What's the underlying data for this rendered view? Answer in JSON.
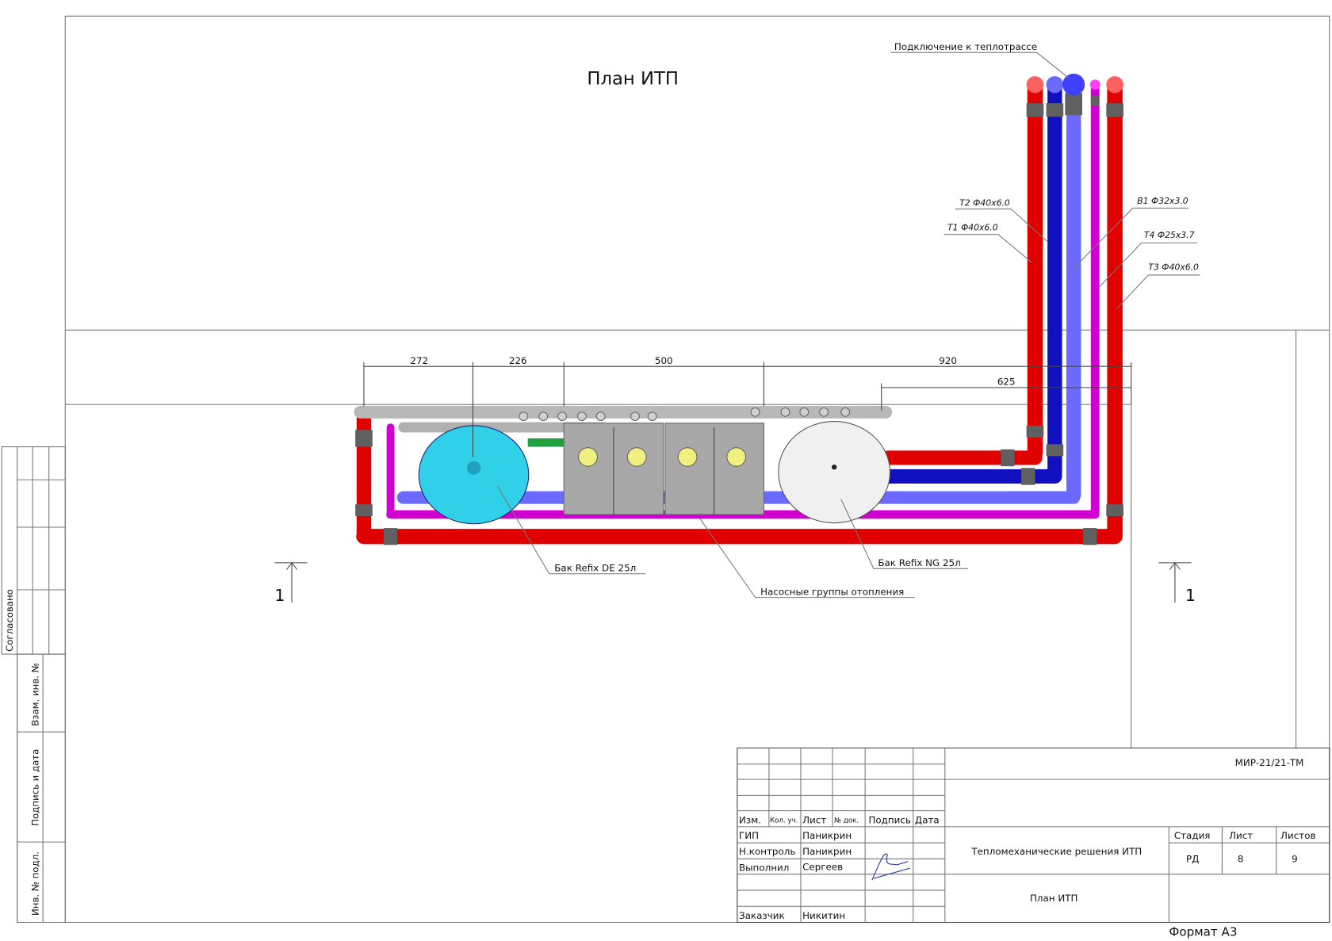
{
  "drawing": {
    "title": "План ИТП",
    "connection_label": "Подключение к теплотрассе",
    "pipe_labels": {
      "t2": "Т2 Ф40х6.0",
      "t1": "Т1 Ф40х6.0",
      "b1": "В1 Ф32х3.0",
      "t4": "Т4 Ф25х3.7",
      "t3": "Т3 Ф40х6.0"
    },
    "dimensions": [
      "272",
      "226",
      "500",
      "920",
      "625"
    ],
    "equipment_labels": {
      "tank_de": "Бак Refix DE 25л",
      "tank_ng": "Бак Refix NG 25л",
      "pumps": "Насосные группы отопления"
    },
    "section_marks": [
      "1",
      "1"
    ],
    "colors": {
      "supply": "#e00000",
      "return": "#1010c0",
      "water": "#6a6aff",
      "recirc": "#d000d0",
      "tank_de": "#30d0e8",
      "tank_ng": "#f0f0f0",
      "pump": "#a8a8a8"
    }
  },
  "side_stamp": {
    "agreed": "Согласовано",
    "replace_inv": "Взам. инв. №",
    "sign_date": "Подпись и дата",
    "inv_orig": "Инв. № подл."
  },
  "title_block": {
    "code": "МИР-21/21-ТМ",
    "headers": [
      "Изм.",
      "Кол. уч.",
      "Лист",
      "№ док.",
      "Подпись",
      "Дата"
    ],
    "people": [
      {
        "role": "ГИП",
        "name": "Паникрин"
      },
      {
        "role": "Н.контроль",
        "name": "Паникрин"
      },
      {
        "role": "Выполнил",
        "name": "Сергеев"
      },
      {
        "role": "Заказчик",
        "name": "Никитин"
      }
    ],
    "project": "Тепломеханические решения ИТП",
    "sheet_title": "План ИТП",
    "stage_label": "Стадия",
    "sheet_label": "Лист",
    "sheets_label": "Листов",
    "stage": "РД",
    "sheet": "8",
    "sheets": "9",
    "format": "Формат А3"
  }
}
